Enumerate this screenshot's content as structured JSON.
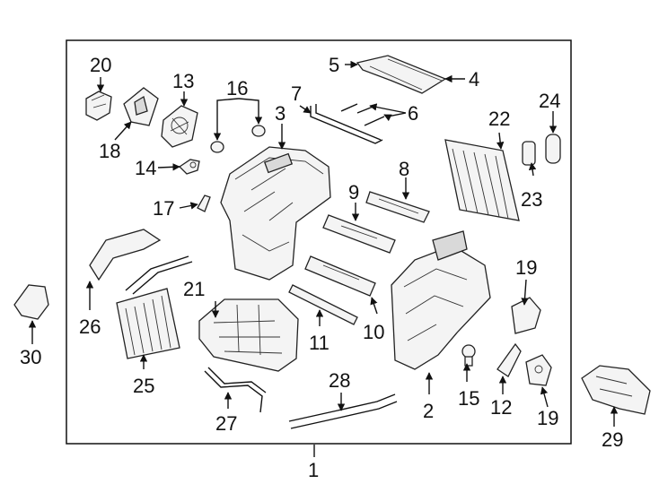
{
  "callouts": {
    "c1": "1",
    "c2": "2",
    "c3": "3",
    "c4": "4",
    "c5": "5",
    "c6": "6",
    "c7": "7",
    "c8": "8",
    "c9": "9",
    "c10": "10",
    "c11": "11",
    "c12": "12",
    "c13": "13",
    "c14": "14",
    "c15": "15",
    "c16": "16",
    "c17": "17",
    "c18": "18",
    "c19a": "19",
    "c19b": "19",
    "c20": "20",
    "c21": "21",
    "c22": "22",
    "c23": "23",
    "c24": "24",
    "c25": "25",
    "c26": "26",
    "c27": "27",
    "c28": "28",
    "c29": "29",
    "c30": "30"
  }
}
